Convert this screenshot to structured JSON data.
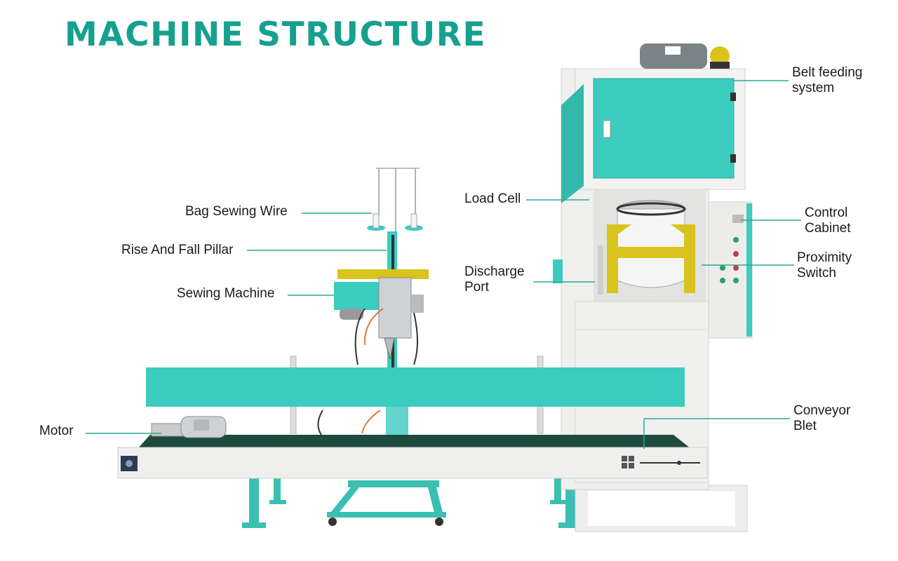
{
  "title": "MACHINE STRUCTURE",
  "colors": {
    "accent": "#16a08e",
    "teal_panel": "#3ccbbf",
    "frame": "#ececea",
    "belt": "#1f4a3e",
    "yellow": "#d8c41c",
    "leader_line": "#2aa898"
  },
  "callouts": {
    "belt_feeding_1": "Belt feeding",
    "belt_feeding_2": "system",
    "load_cell": "Load Cell",
    "control_cabinet_1": "Control",
    "control_cabinet_2": "Cabinet",
    "proximity_switch_1": "Proximity",
    "proximity_switch_2": "Switch",
    "discharge_port_1": "Discharge",
    "discharge_port_2": "Port",
    "bag_sewing_wire": "Bag Sewing Wire",
    "rise_and_fall_pillar": "Rise And Fall Pillar",
    "sewing_machine": "Sewing Machine",
    "motor": "Motor",
    "conveyor_blet_1": "Conveyor",
    "conveyor_blet_2": "Blet"
  }
}
